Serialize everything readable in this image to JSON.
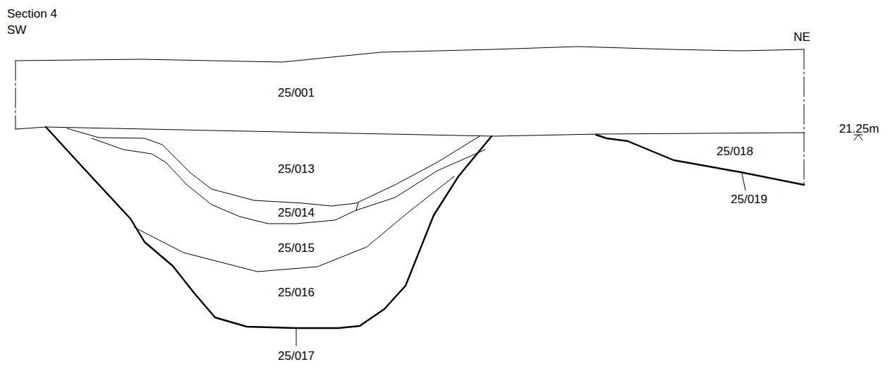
{
  "diagram": {
    "title": "Section 4",
    "labels": [
      "SW",
      "NE",
      "25/001",
      "25/013",
      "25/014",
      "25/015",
      "25/016",
      "25/017",
      "25/018",
      "25/019",
      "21.25m"
    ]
  }
}
